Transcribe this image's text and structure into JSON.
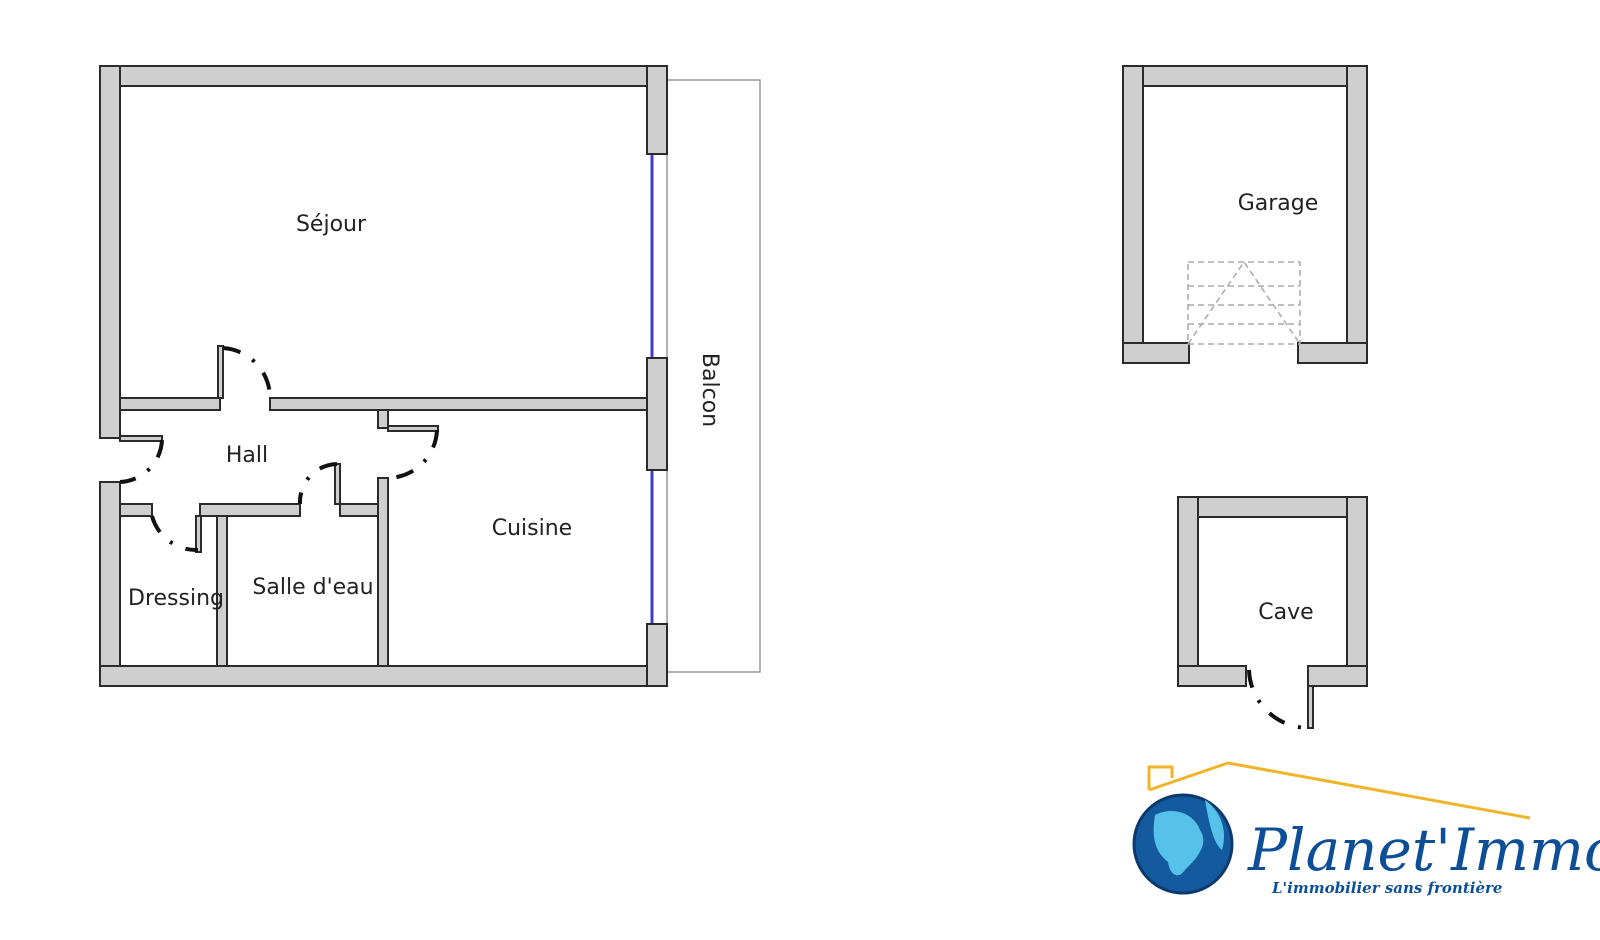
{
  "rooms": {
    "sejour": "Séjour",
    "hall": "Hall",
    "cuisine": "Cuisine",
    "dressing": "Dressing",
    "salle_eau": "Salle d'eau",
    "balcon": "Balcon",
    "garage": "Garage",
    "cave": "Cave"
  },
  "logo": {
    "name": "Planet'Immo",
    "tagline": "L'immobilier sans frontière"
  },
  "colors": {
    "wall": "#cfcfcf",
    "window": "#3b3bd0",
    "logo_blue": "#0d4f96",
    "roof": "#f0b429"
  }
}
